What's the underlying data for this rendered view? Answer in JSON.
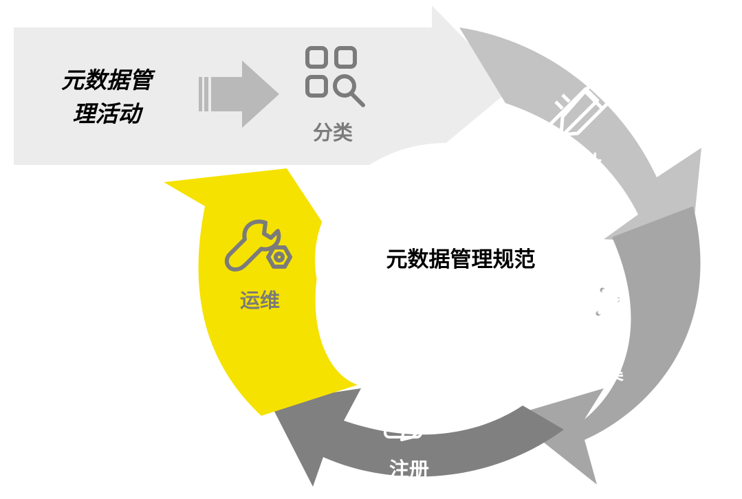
{
  "title": "元数据管理活动",
  "center": "元数据管理规范",
  "steps": [
    {
      "id": "classify",
      "label": "分类",
      "icon": "grid-search-icon",
      "color": "#ececec",
      "text_color": "#7b7b7b"
    },
    {
      "id": "design",
      "label": "设计",
      "icon": "pencil-ruler-icon",
      "color": "#c3c3c3",
      "text_color": "#ffffff"
    },
    {
      "id": "collect",
      "label": "采集",
      "icon": "database-network-icon",
      "color": "#a6a6a6",
      "text_color": "#ffffff"
    },
    {
      "id": "register",
      "label": "注册",
      "icon": "document-edit-icon",
      "color": "#808080",
      "text_color": "#ffffff"
    },
    {
      "id": "operate",
      "label": "运维",
      "icon": "wrench-nut-icon",
      "color": "#f5e200",
      "text_color": "#7b7b7b"
    }
  ]
}
